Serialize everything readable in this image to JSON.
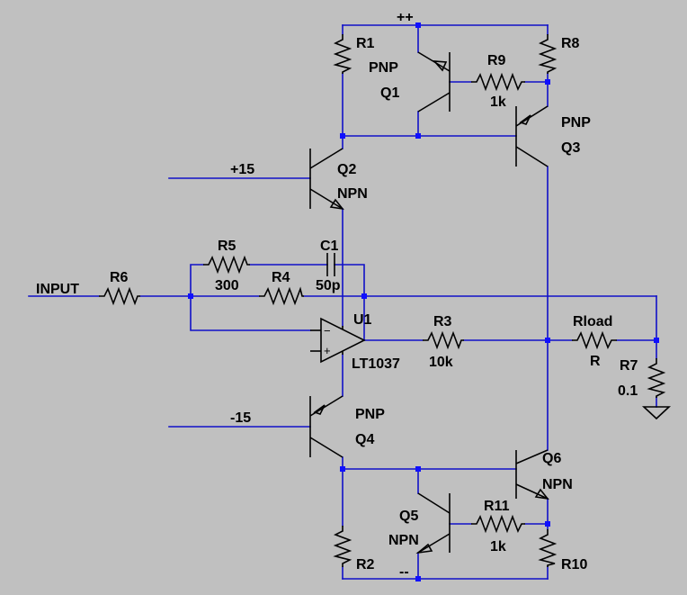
{
  "colors": {
    "background": "#c0c0c0",
    "wire": "#1010c8",
    "component": "#000000",
    "junction": "#1010ff"
  },
  "labels": {
    "rail_pos": "++",
    "rail_neg": "--",
    "plus15": "+15",
    "minus15": "-15",
    "input": "INPUT",
    "r1": "R1",
    "r2": "R2",
    "r3": "R3",
    "r3_val": "10k",
    "r4": "R4",
    "r5": "R5",
    "r5_val": "300",
    "r6": "R6",
    "r7": "R7",
    "r7_val": "0.1",
    "r8": "R8",
    "r9": "R9",
    "r9_val": "1k",
    "r10": "R10",
    "r11": "R11",
    "r11_val": "1k",
    "rload": "Rload",
    "rload_val": "R",
    "c1": "C1",
    "c1_val": "50p",
    "u1": "U1",
    "u1_val": "LT1037",
    "q1_type": "PNP",
    "q1": "Q1",
    "q2": "Q2",
    "q2_type": "NPN",
    "q3_type": "PNP",
    "q3": "Q3",
    "q4_type": "PNP",
    "q4": "Q4",
    "q5": "Q5",
    "q5_type": "NPN",
    "q6": "Q6",
    "q6_type": "NPN",
    "opamp_minus": "−",
    "opamp_plus": "+"
  }
}
